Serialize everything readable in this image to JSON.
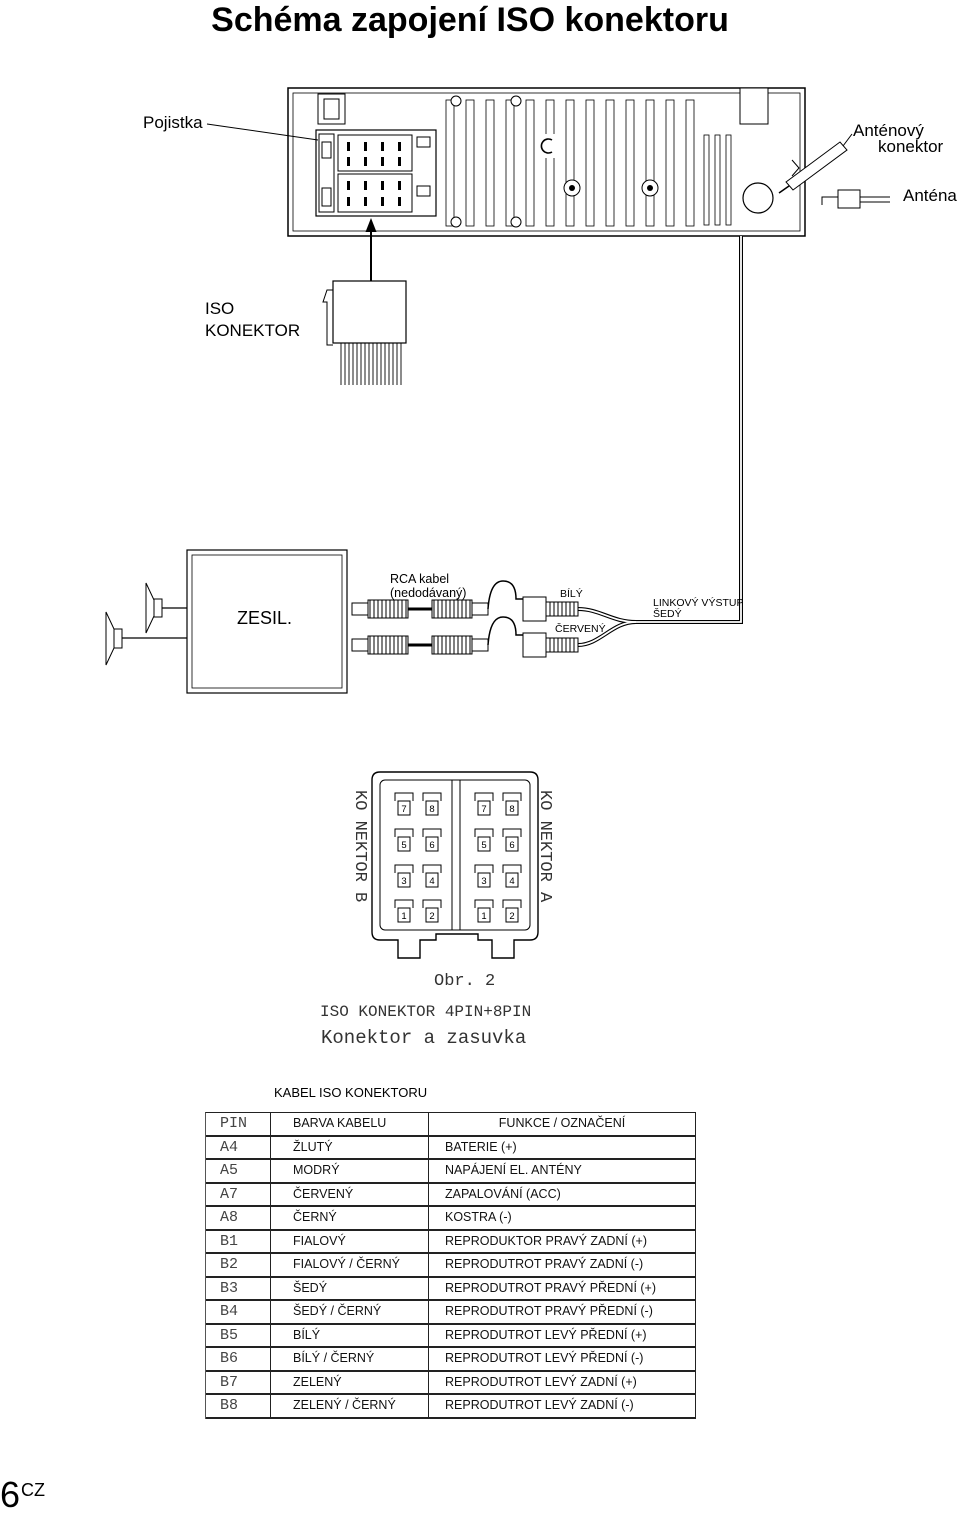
{
  "title": "Schéma zapojení ISO konektoru",
  "labels": {
    "fuse": "Pojistka",
    "antenna_connector_line1": "Anténový",
    "antenna_connector_line2": "konektor",
    "antenna": "Anténa",
    "iso_connector_line1": "ISO",
    "iso_connector_line2": "KONEKTOR",
    "amplifier": "ZESIL.",
    "rca_cable_line1": "RCA kabel",
    "rca_cable_line2": "(nedodávaný)",
    "white": "BÍLÝ",
    "red": "ČERVENÝ",
    "line_out": "LINKOVÝ VÝSTUP",
    "grey": "ŠEDÝ"
  },
  "connector": {
    "label_b": "KO NEKTOR B",
    "label_a": "KO NEKTOR A",
    "pins_b": [
      "7",
      "8",
      "5",
      "6",
      "3",
      "4",
      "1",
      "2"
    ],
    "pins_a": [
      "7",
      "8",
      "5",
      "6",
      "3",
      "4",
      "1",
      "2"
    ],
    "figure": "Obr. 2",
    "caption1": "ISO KONEKTOR 4PIN+8PIN",
    "caption2": "Konektor a zasuvka"
  },
  "table": {
    "title": "KABEL ISO KONEKTORU",
    "headers": [
      "PIN",
      "BARVA KABELU",
      "FUNKCE / OZNAČENÍ"
    ],
    "rows": [
      [
        "A4",
        "ŽLUTÝ",
        "BATERIE (+)"
      ],
      [
        "A5",
        "MODRÝ",
        "NAPÁJENÍ EL. ANTÉNY"
      ],
      [
        "A7",
        "ČERVENÝ",
        "ZAPALOVÁNÍ (ACC)"
      ],
      [
        "A8",
        "ČERNÝ",
        "KOSTRA (-)"
      ],
      [
        "B1",
        "FIALOVÝ",
        "REPRODUKTOR PRAVÝ ZADNÍ (+)"
      ],
      [
        "B2",
        "FIALOVÝ / ČERNÝ",
        "REPRODUTROT PRAVÝ ZADNÍ (-)"
      ],
      [
        "B3",
        "ŠEDÝ",
        "REPRODUTROT PRAVÝ PŘEDNÍ (+)"
      ],
      [
        "B4",
        "ŠEDÝ / ČERNÝ",
        "REPRODUTROT PRAVÝ PŘEDNÍ (-)"
      ],
      [
        "B5",
        "BÍLÝ",
        "REPRODUTROT LEVÝ PŘEDNÍ (+)"
      ],
      [
        "B6",
        "BÍLÝ / ČERNÝ",
        "REPRODUTROT LEVÝ PŘEDNÍ (-)"
      ],
      [
        "B7",
        "ZELENÝ",
        "REPRODUTROT LEVÝ ZADNÍ (+)"
      ],
      [
        "B8",
        "ZELENÝ / ČERNÝ",
        "REPRODUTROT LEVÝ ZADNÍ (-)"
      ]
    ]
  },
  "page": {
    "number": "6",
    "lang": "CZ"
  },
  "colors": {
    "ink": "#000000",
    "caption": "#333333",
    "page": "#ffffff"
  }
}
